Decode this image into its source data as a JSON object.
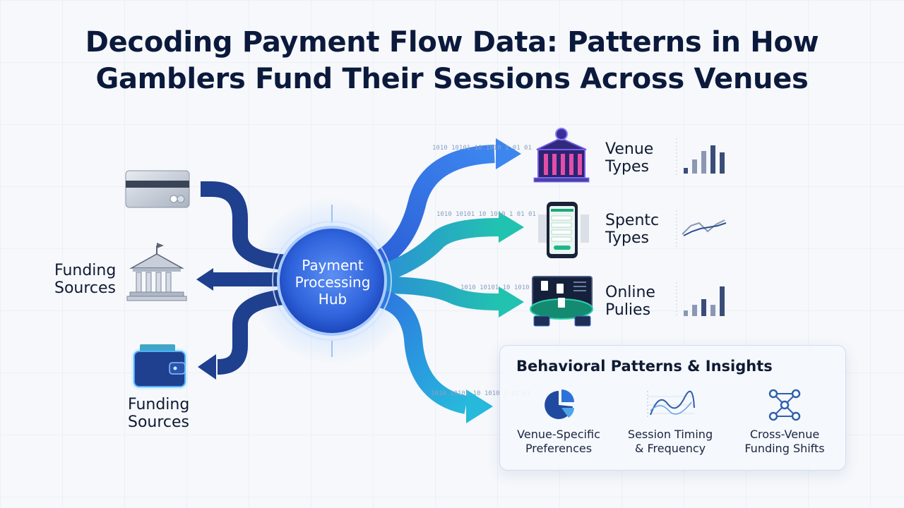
{
  "title": {
    "line1": "Decoding Payment Flow Data: Patterns in How",
    "line2": "Gamblers Fund Their Sessions Across Venues"
  },
  "hub": {
    "line1": "Payment",
    "line2": "Processing",
    "line3": "Hub"
  },
  "left": {
    "label_top": {
      "line1": "Funding",
      "line2": "Sources"
    },
    "label_bottom": {
      "line1": "Funding",
      "line2": "Sources"
    },
    "icons": [
      "credit-card-icon",
      "bank-icon",
      "wallet-icon"
    ]
  },
  "right": {
    "items": [
      {
        "line1": "Venue",
        "line2": "Types",
        "icon": "casino-building-icon",
        "chart": "bar"
      },
      {
        "line1": "Spentc",
        "line2": "Types",
        "icon": "mobile-app-icon",
        "chart": "line"
      },
      {
        "line1": "Online",
        "line2": "Pulies",
        "icon": "poker-table-icon",
        "chart": "bar"
      }
    ]
  },
  "binary_text": "1010 10101 10 1010 1 01 01",
  "insights": {
    "title": "Behavioral Patterns & Insights",
    "items": [
      {
        "line1": "Venue-Specific",
        "line2": "Preferences",
        "icon": "pie-chart-icon"
      },
      {
        "line1": "Session Timing",
        "line2": "& Frequency",
        "icon": "wave-chart-icon"
      },
      {
        "line1": "Cross-Venue",
        "line2": "Funding Shifts",
        "icon": "network-icon"
      }
    ]
  },
  "colors": {
    "navy": "#1f3f8f",
    "blue": "#2f6fd8",
    "teal": "#1fb7a8",
    "cyan": "#22b8e0",
    "hub": "#2f6ee8"
  }
}
